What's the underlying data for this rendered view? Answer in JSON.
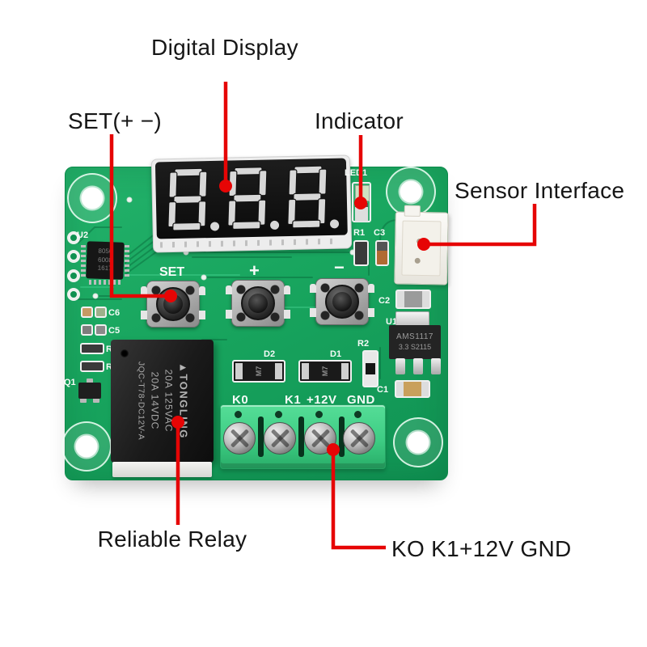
{
  "annotations": {
    "digital_display": "Digital Display",
    "set_buttons": "SET(+ −)",
    "indicator": "Indicator",
    "sensor_interface": "Sensor Interface",
    "reliable_relay": "Reliable Relay",
    "terminal_pinout": "KO K1+12V GND"
  },
  "board": {
    "display": {
      "value": "8.8.8."
    },
    "relay": {
      "logo": "▲",
      "brand": "TONGLING",
      "rating1": "20A 125VAC",
      "rating2": "20A 14VDC",
      "model": "JQC-T78-DC12V-A"
    },
    "u1_text": {
      "line1": "AMS1117",
      "line2": "3.3  S2115"
    },
    "u2_text": {
      "line1": "8050",
      "line2": "6008",
      "line3": "1617"
    },
    "diode_marking": "M7",
    "silkscreen": {
      "u2": "U2",
      "c6": "C6",
      "c5": "C5",
      "r_left_a": "R",
      "r_left_b": "R",
      "q1": "Q1",
      "set": "SET",
      "plus": "+",
      "minus": "−",
      "led1": "LED1",
      "r1": "R1",
      "c3": "C3",
      "c2": "C2",
      "u1": "U1",
      "r2": "R2",
      "c1": "C1",
      "d2": "D2",
      "d1": "D1",
      "k0": "K0",
      "k1": "K1",
      "plus12v": "+12V",
      "gnd": "GND"
    }
  },
  "colors": {
    "annotation_red": "#e60505",
    "pcb_green": "#16a35d",
    "terminal_green": "#3ecd84",
    "label_text": "#161616"
  }
}
